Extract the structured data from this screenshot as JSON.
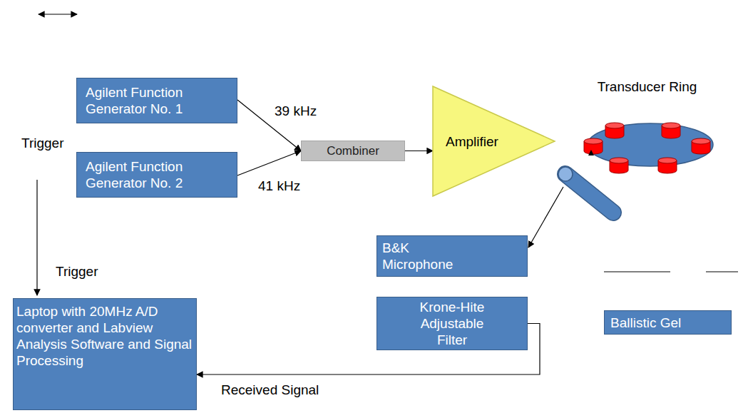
{
  "diagram": {
    "nodes": [
      {
        "text": [
          "Agilent Function Generator No. 1"
        ]
      },
      {
        "text": [
          "Agilent Function Generator No. 2"
        ]
      },
      {
        "text": [
          "Combiner"
        ]
      },
      {
        "text": [
          "Amplifier"
        ]
      },
      {
        "text": [
          "Transducer Ring"
        ]
      },
      {
        "text": [
          "B&K Microphone"
        ]
      },
      {
        "text": [
          "Laptop with 20MHz A/D converter and Labview Analysis Software and Signal Processing"
        ]
      },
      {
        "text": [
          "Krone-Hite Adjustable Filter"
        ]
      },
      {
        "text": [
          "Ballistic Gel"
        ]
      }
    ],
    "edges": [
      {
        "from": 0,
        "to": 2,
        "arrow": "to",
        "label": "39 kHz"
      },
      {
        "from": 1,
        "to": 2,
        "arrow": "to",
        "label": "41 kHz"
      },
      {
        "from": 2,
        "to": 3,
        "arrow": "to"
      },
      {
        "from": 7,
        "to": 6,
        "arrow": "to",
        "label": "Received Signal"
      }
    ],
    "labels": [
      "Trigger",
      "Trigger"
    ]
  }
}
